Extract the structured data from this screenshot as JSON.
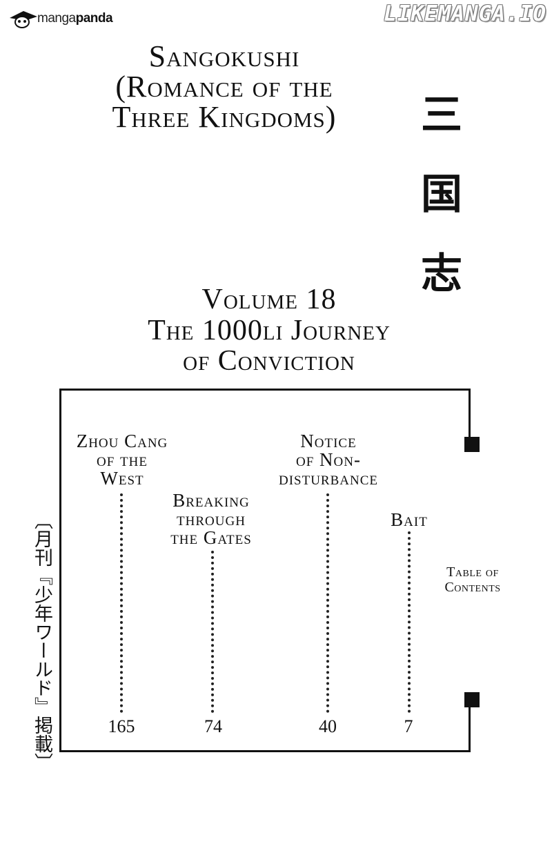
{
  "watermarks": {
    "logo_part1": "manga",
    "logo_part2": "panda",
    "site": "LIKEMANGA.IO"
  },
  "title": {
    "line1": "Sangokushi",
    "line2": "(Romance of the",
    "line3": "Three Kingdoms)"
  },
  "kanji": [
    "三",
    "国",
    "志"
  ],
  "volume": {
    "line1": "Volume 18",
    "line2": "The 1000li Journey",
    "line3": "of Conviction"
  },
  "toc": {
    "label_line1": "Table of",
    "label_line2": "Contents",
    "chapters": [
      {
        "title_lines": [
          "Zhou Cang",
          "of the",
          "West"
        ],
        "page": "165"
      },
      {
        "title_lines": [
          "Breaking",
          "through",
          "the Gates"
        ],
        "page": "74"
      },
      {
        "title_lines": [
          "Notice",
          "of Non-",
          "disturbance"
        ],
        "page": "40"
      },
      {
        "title_lines": [
          "Bait"
        ],
        "page": "7"
      }
    ]
  },
  "publication_note": "〔月刊『少年ワールド』掲載〕"
}
